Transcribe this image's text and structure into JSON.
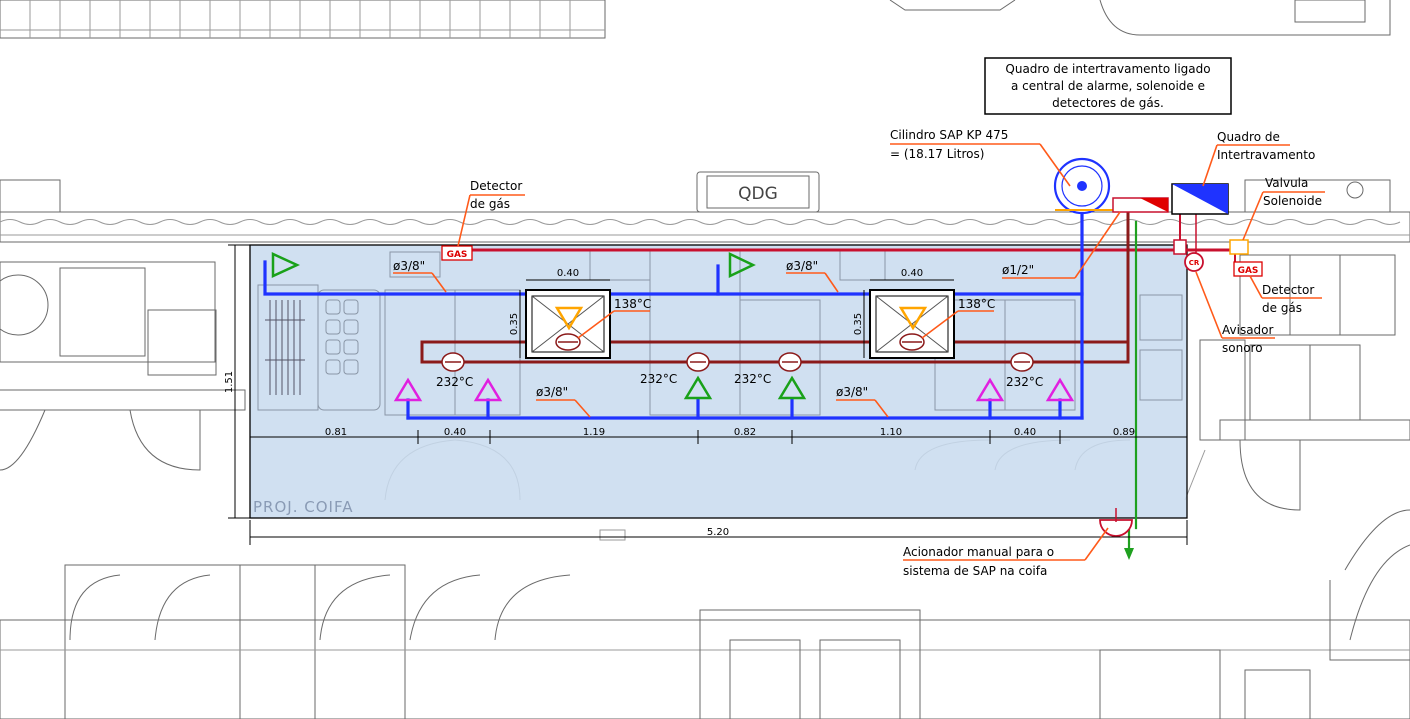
{
  "drawing": {
    "background_label": "PROJ. COIFA",
    "panel_label": "QDG",
    "colors": {
      "hood_fill": "#c8dbef",
      "blue_pipe": "#1f33ff",
      "red_pipe": "#c8102e",
      "dark_red_pipe": "#8b1a1a",
      "green_pipe": "#1fa01f",
      "leader": "#ff5a1a",
      "nozzle_green": "#19a119",
      "nozzle_magenta": "#e020e0",
      "nozzle_orange": "#ffa500"
    }
  },
  "annotations": {
    "interlock_panel_note": [
      "Quadro de intertravamento ligado",
      "a central de alarme, solenoide e",
      "detectores de gás."
    ],
    "cylinder": [
      "Cilindro SAP KP 475",
      "= (18.17 Litros)"
    ],
    "interlock_panel": [
      "Quadro de",
      "Intertravamento"
    ],
    "solenoid_valve": [
      "Valvula",
      "Solenoide"
    ],
    "gas_detector_left": [
      "Detector",
      "de gás"
    ],
    "gas_detector_right": [
      "Detector",
      "de gás"
    ],
    "sound_alarm": [
      "Avisador",
      "sonoro"
    ],
    "manual_actuator": [
      "Acionador manual para o",
      "sistema de SAP na coifa"
    ],
    "gas_tag": "GAS",
    "cr_tag": "CR"
  },
  "pipes": {
    "d1": "ø3/8\"",
    "d2": "ø3/8\"",
    "d3": "ø1/2\"",
    "d4": "ø3/8\"",
    "d5": "ø3/8\""
  },
  "detectors": {
    "temp1": "232°C",
    "temp2": "232°C",
    "temp3": "232°C",
    "temp4": "232°C",
    "fusible1": "138°C",
    "fusible2": "138°C"
  },
  "dimensions": {
    "segments": [
      "0.81",
      "0.40",
      "1.19",
      "0.82",
      "1.10",
      "0.40",
      "0.89"
    ],
    "total": "5.20",
    "height": "1.51",
    "box_w1": "0.40",
    "box_w2": "0.40",
    "box_h1": "0.35",
    "box_h2": "0.35"
  }
}
